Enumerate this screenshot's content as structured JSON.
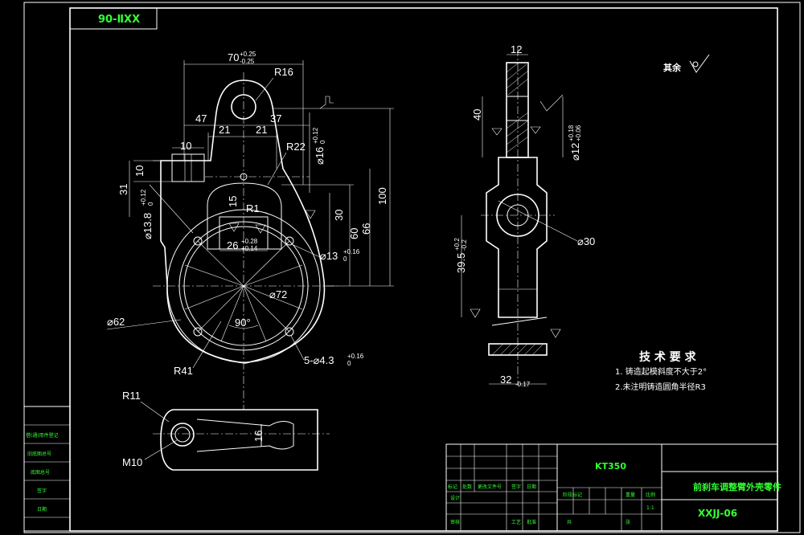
{
  "title_block": {
    "top_code": "90-ⅡXX",
    "material": "KT350",
    "part_name": "前刹车调整臂外壳零件",
    "drawing_code": "XXJJ-06",
    "scale_label": "比例",
    "scale_value": "1:1",
    "row_labels": [
      "标记",
      "处数",
      "更改文件号",
      "签字",
      "日期"
    ],
    "design_label": "设计",
    "review_label": "审核",
    "approve_label": "批准",
    "craft_label": "工艺",
    "weight_label": "重量",
    "stage_label": "阶段标记",
    "sheet_label": "共",
    "sheet_label2": "张",
    "left_strip": [
      "借(通)用件登记",
      "旧底图总号",
      "底图总号",
      "签字",
      "日期"
    ]
  },
  "surface": {
    "label": "其余"
  },
  "tech": {
    "heading": "技 术 要 求",
    "items": [
      "1.  铸造起模斜度不大于2°",
      "2.未注明铸造圆角半径R3"
    ]
  },
  "dims": {
    "d70": "70",
    "d70_tol_up": "+0.25",
    "d70_tol_dn": "-0.25",
    "r16": "R16",
    "d47": "47",
    "d21a": "21",
    "d21b": "21",
    "d37": "37",
    "r22": "R22",
    "d16": "⌀16",
    "d16_tol_up": "+0.12",
    "d16_tol_dn": "0",
    "d10a": "10",
    "d10b": "10",
    "d31": "31",
    "d13_8": "⌀13.8",
    "d13_8_tol_up": "+0.12",
    "d13_8_tol_dn": "0",
    "d15": "15",
    "r1": "R1",
    "d30": "30",
    "d60": "60",
    "d66": "66",
    "d100": "100",
    "d26": "26",
    "d26_tol_up": "+0.28",
    "d26_tol_dn": "+0.14",
    "d13": "⌀13",
    "d13_tol_up": "+0.16",
    "d13_tol_dn": "0",
    "d72": "⌀72",
    "d62": "⌀62",
    "ang90": "90°",
    "r41": "R41",
    "holes": "5-⌀4.3",
    "holes_tol_up": "+0.16",
    "holes_tol_dn": "0",
    "r11": "R11",
    "m10": "M10",
    "d16_bottom": "16",
    "s12": "12",
    "s40": "40",
    "s12d": "⌀12",
    "s12d_tol_up": "+0.18",
    "s12d_tol_dn": "+0.06",
    "s30d": "⌀30",
    "s39_5": "39.5",
    "s39_5_tol_up": "+0.2",
    "s39_5_tol_dn": "-0.2",
    "s32": "32",
    "s32_tol": "-0.17"
  }
}
